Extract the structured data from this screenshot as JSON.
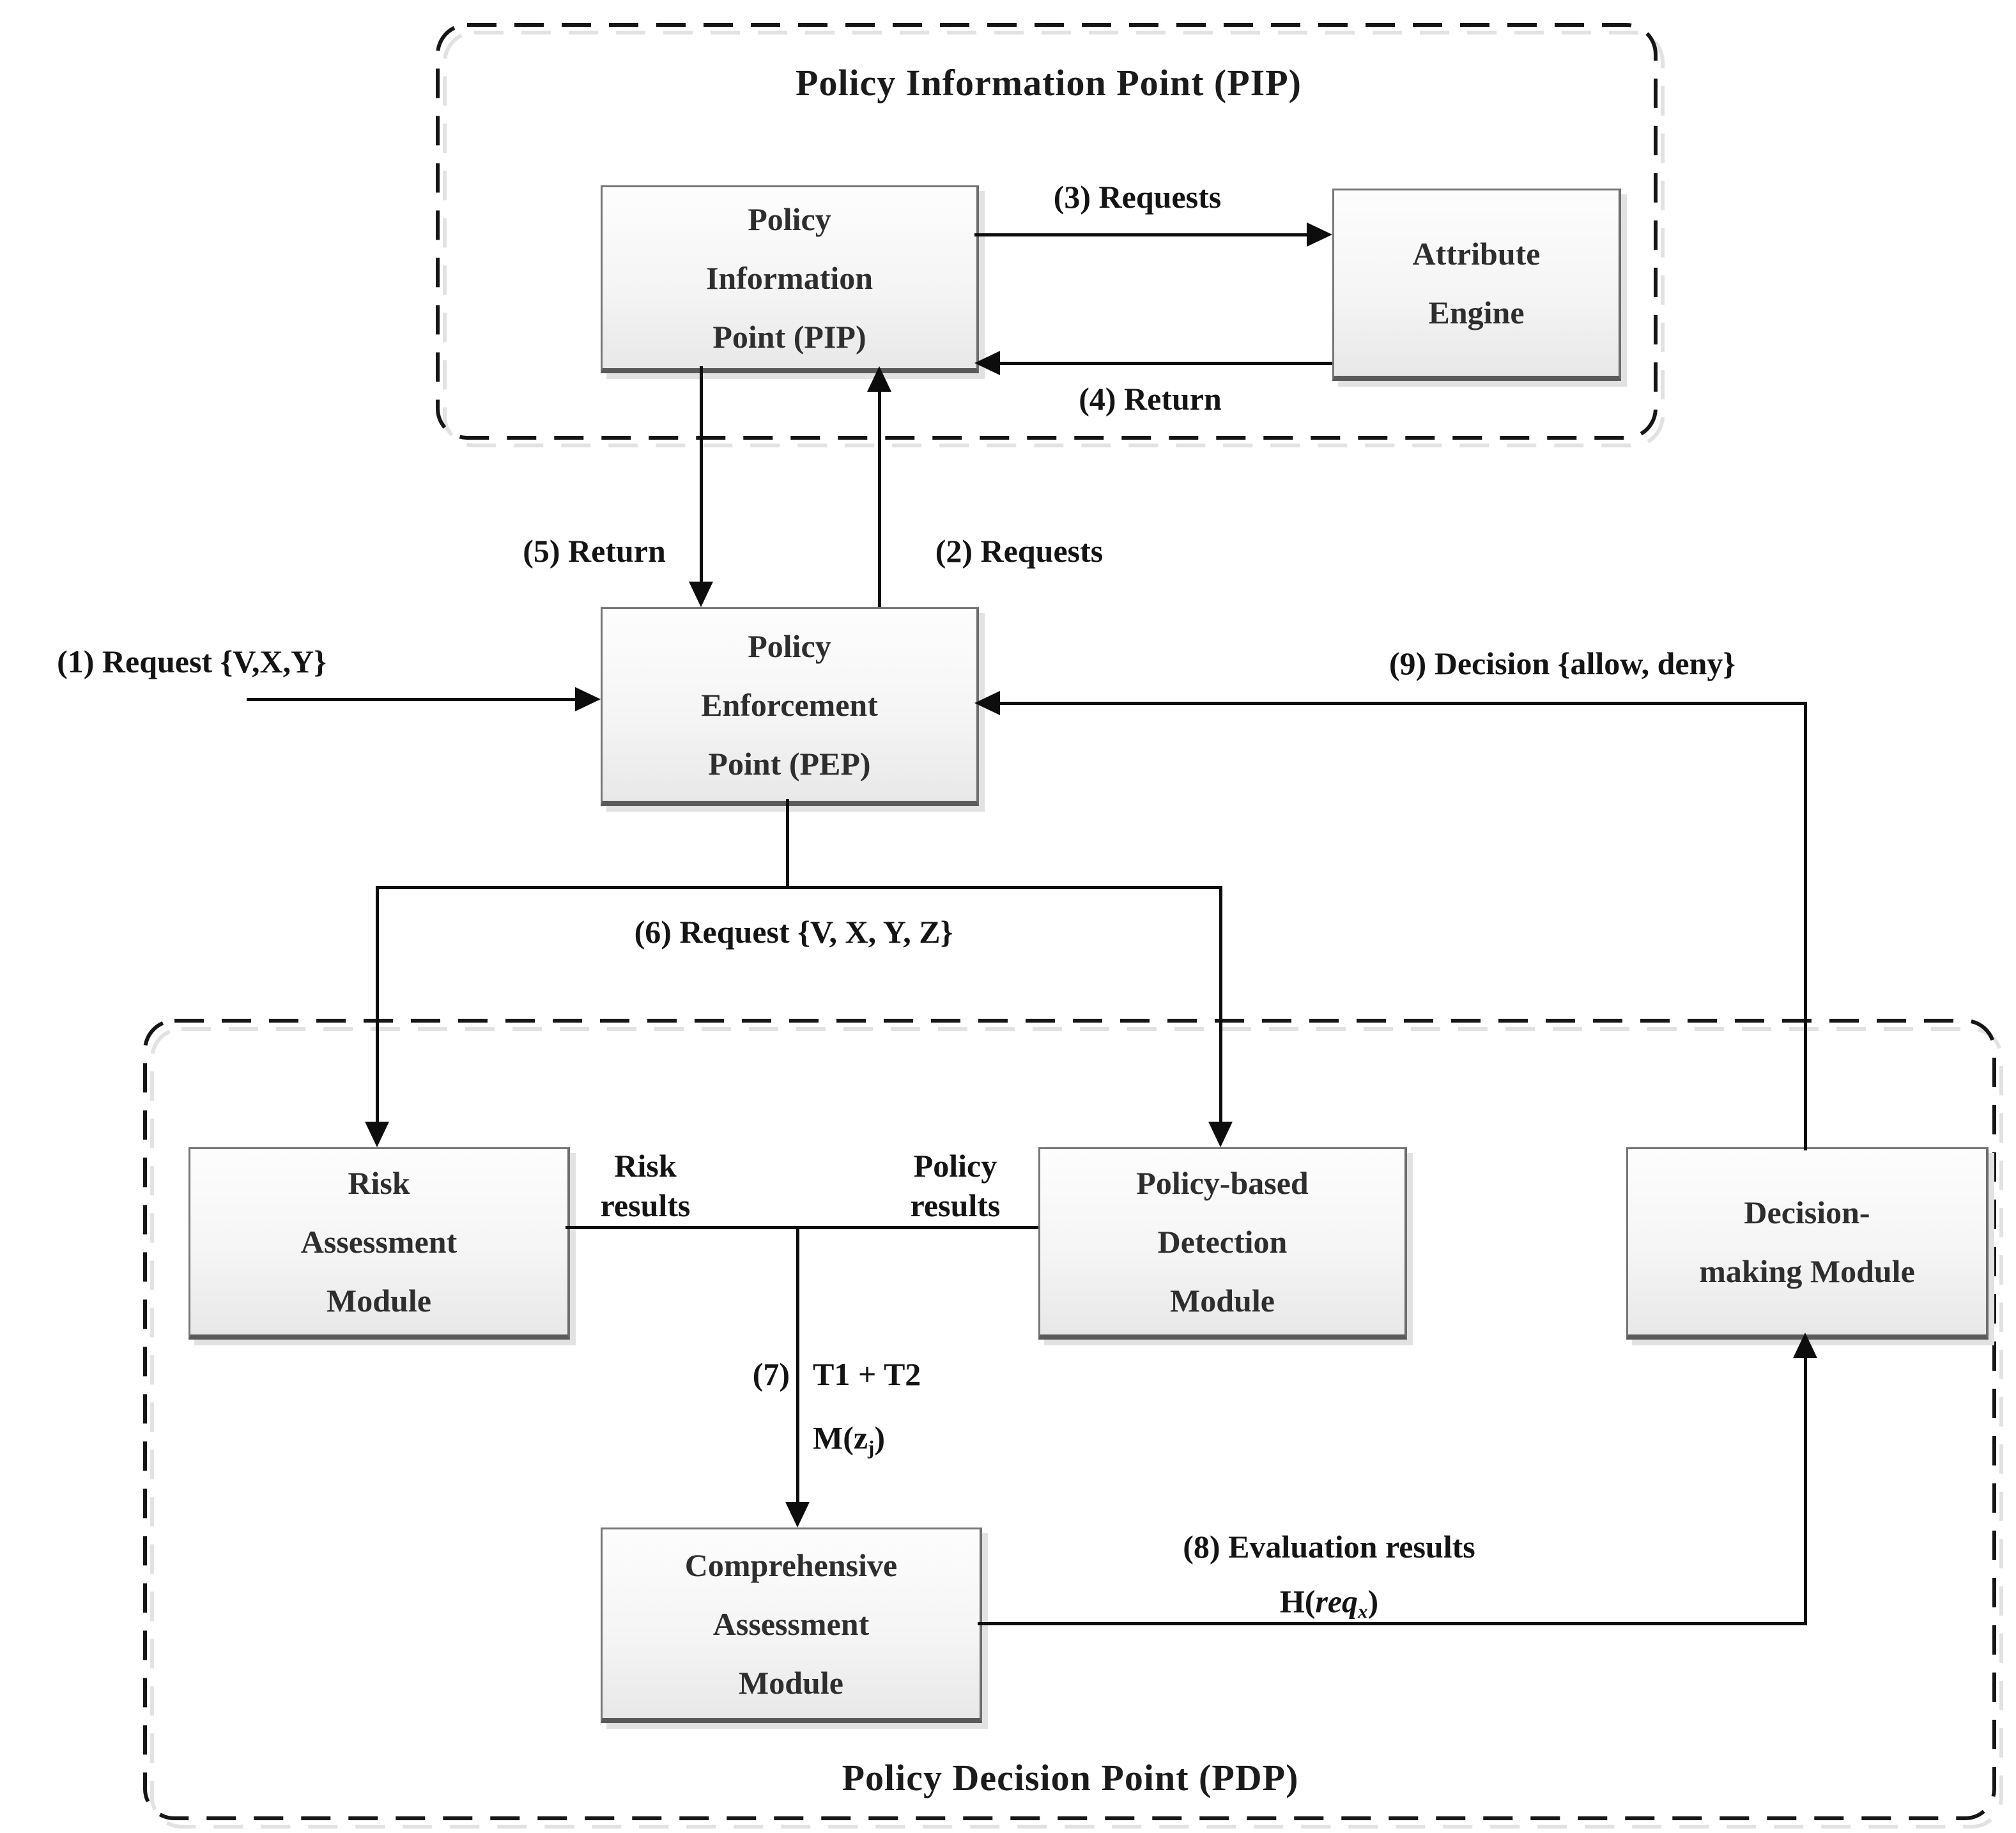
{
  "pip_container": {
    "title": "Policy Information Point (PIP)"
  },
  "pdp_container": {
    "title": "Policy Decision Point (PDP)"
  },
  "nodes": {
    "pip": {
      "line1": "Policy",
      "line2": "Information",
      "line3": "Point (PIP)"
    },
    "attribute_engine": {
      "line1": "Attribute",
      "line2": "Engine"
    },
    "pep": {
      "line1": "Policy",
      "line2": "Enforcement",
      "line3": "Point (PEP)"
    },
    "risk_assessment": {
      "line1": "Risk",
      "line2": "Assessment",
      "line3": "Module"
    },
    "policy_detection": {
      "line1": "Policy-based",
      "line2": "Detection",
      "line3": "Module"
    },
    "decision_making": {
      "line1": "Decision-",
      "line2": "making Module"
    },
    "comprehensive_assessment": {
      "line1": "Comprehensive",
      "line2": "Assessment",
      "line3": "Module"
    }
  },
  "edges": {
    "e1": {
      "label": "(1) Request {V,X,Y}"
    },
    "e2": {
      "label": "(2) Requests"
    },
    "e3": {
      "label": "(3) Requests"
    },
    "e4": {
      "label": "(4) Return"
    },
    "e5": {
      "label": "(5) Return"
    },
    "e6": {
      "label": "(6) Request {V, X, Y, Z}"
    },
    "e7": {
      "num": "(7)",
      "line1": "T1 + T2",
      "m_pre": "M(z",
      "m_sub": "j",
      "m_post": ")"
    },
    "e8": {
      "line1": "(8) Evaluation results",
      "h_pre": "H(",
      "h_req": "req",
      "h_sub": "x",
      "h_post": ")"
    },
    "e9": {
      "label": "(9) Decision {allow, deny}"
    },
    "risk_results": {
      "line1": "Risk",
      "line2": "results"
    },
    "policy_results": {
      "line1": "Policy",
      "line2": "results"
    }
  },
  "colors": {
    "line": "#0d0d0d",
    "dashed_border": "#161616",
    "dashed_echo": "#e2e2e2",
    "box_border": "#767676",
    "box_fill_top": "#fdfdfd",
    "box_fill_bottom": "#e8e8e8",
    "box_shadow": "#e2e2e2",
    "text": "#1b1b1b"
  }
}
